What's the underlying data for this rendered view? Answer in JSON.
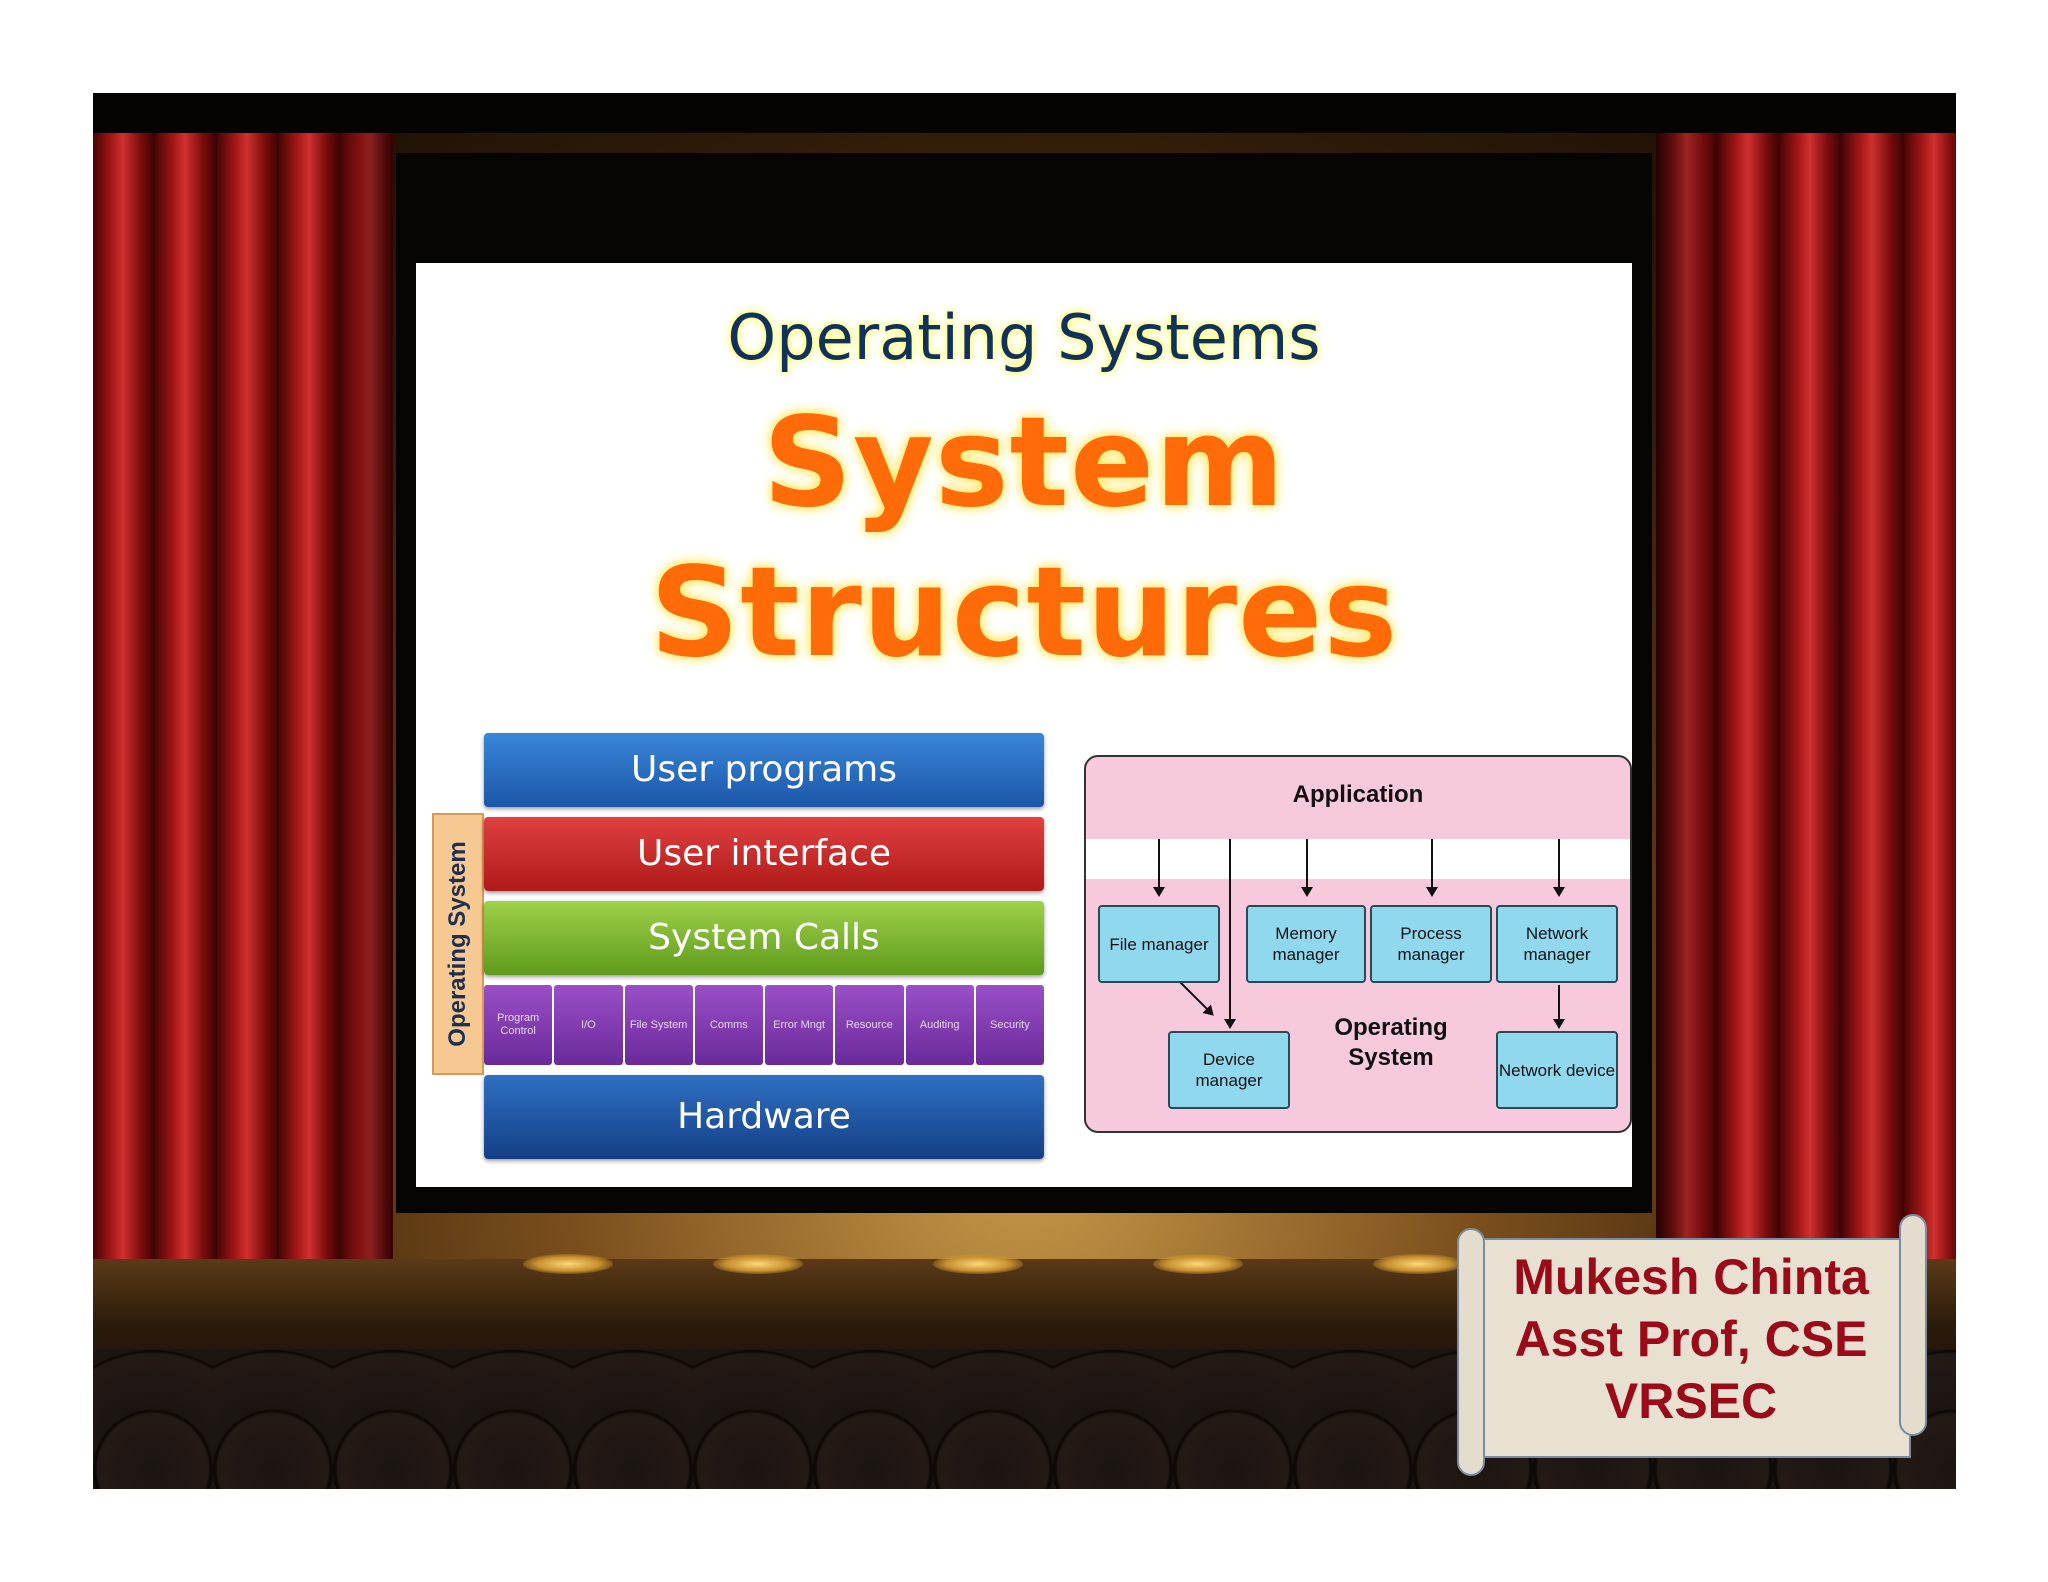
{
  "slide": {
    "subtitle": "Operating Systems",
    "title_line1": "System",
    "title_line2": "Structures"
  },
  "layers_diagram": {
    "os_label": "Operating System",
    "user_programs": "User programs",
    "user_interface": "User interface",
    "system_calls": "System Calls",
    "services": [
      "Program Control",
      "I/O",
      "File System",
      "Comms",
      "Error Mngt",
      "Resource",
      "Auditing",
      "Security"
    ],
    "hardware": "Hardware"
  },
  "architecture_diagram": {
    "application": "Application",
    "file_manager": "File manager",
    "memory_manager": "Memory manager",
    "process_manager": "Process manager",
    "network_manager": "Network manager",
    "device_manager": "Device manager",
    "operating_system": "Operating System",
    "network_device": "Network device"
  },
  "author_scroll": {
    "name": "Mukesh Chinta",
    "position": "Asst Prof, CSE",
    "institution": "VRSEC"
  },
  "colors": {
    "title_orange": "#ff6b08",
    "subtitle_navy": "#10325a",
    "scroll_text": "#9a0a18",
    "curtain_red": "#a31616"
  }
}
